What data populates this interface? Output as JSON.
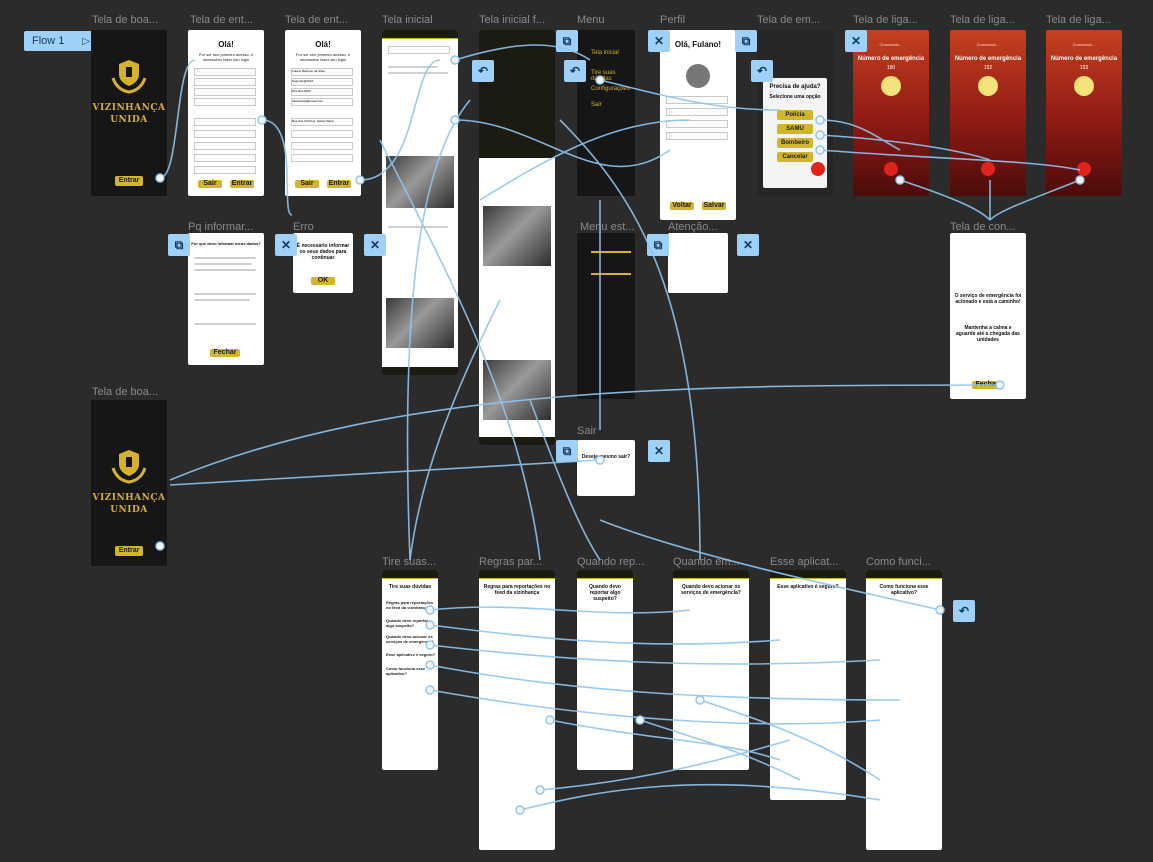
{
  "flow": {
    "label": "Flow 1",
    "play_icon": "play-icon"
  },
  "frame_labels": {
    "boas_vindas_1": "Tela de boa...",
    "entrada_1": "Tela de ent...",
    "entrada_2": "Tela de ent...",
    "inicial": "Tela inicial",
    "inicial_f": "Tela inicial f...",
    "menu": "Menu",
    "perfil": "Perfil",
    "emergencia": "Tela de em...",
    "ligacao_1": "Tela de liga...",
    "ligacao_2": "Tela de liga...",
    "ligacao_3": "Tela de liga...",
    "pq_informar": "Pq informar...",
    "erro": "Erro",
    "menu_est": "Menu est...",
    "atencao": "Atenção...",
    "conclusao": "Tela de con...",
    "boas_vindas_2": "Tela de boa...",
    "sair": "Sair",
    "tire_duvidas": "Tire suas...",
    "regras": "Regras par...",
    "quando_rep": "Quando rep...",
    "quando_em": "Quando em...",
    "esse_aplicat": "Esse aplicat...",
    "como_funci": "Como funci..."
  },
  "brand": {
    "name_line1": "VIZINHANÇA",
    "name_line2": "UNIDA",
    "enter_button": "Entrar"
  },
  "entrada": {
    "greeting": "Olá!",
    "subtitle": "Por ser seu primeiro acesso, é necessário fazer seu login",
    "buttons": [
      "Sair",
      "Entrar"
    ],
    "filled_values": [
      "Fulano Beltrano da Silva",
      "Segredo@2024",
      "001-001-0000",
      "fulanosilva@email.com",
      "Rua dos Vizinhos, Santa Olaria"
    ]
  },
  "perfil": {
    "greeting": "Olá, Fulano!",
    "buttons": [
      "Voltar",
      "Salvar"
    ]
  },
  "emergencia": {
    "question": "Precisa de ajuda?",
    "prompt": "Selecione uma opção",
    "options": [
      "Polícia",
      "SAMU",
      "Bombeiro",
      "Cancelar"
    ]
  },
  "ligacao": {
    "status": "Chamando...",
    "title": "Número de emergência",
    "numbers": [
      "190",
      "192",
      "193"
    ]
  },
  "pq_informar": {
    "title": "Por que devo informar meus dados?",
    "button": "Fechar"
  },
  "erro": {
    "message": "É necessário informar os seus dados para continuar",
    "button": "OK"
  },
  "conclusao": {
    "message1": "O serviço de emergência foi acionado e está a caminho!",
    "message2": "Mantenha a calma e aguarde até a chegada das unidades",
    "button": "Fechar"
  },
  "sair": {
    "question": "Deseja mesmo sair?"
  },
  "menu": {
    "items": [
      "Tela inicial",
      "Tire suas dúvidas",
      "Configurações",
      "Sair"
    ]
  },
  "faq": {
    "header": "Tire suas dúvidas",
    "topics": [
      "Regras para reportações no feed da vizinhança",
      "Quando devo reportar algo suspeito?",
      "Quando devo acionar os serviços de emergência?",
      "Esse aplicativo é seguro?",
      "Como funciona esse aplicativo?"
    ]
  },
  "node_icons": [
    "close-icon",
    "back-arrow-icon",
    "overlay-icon"
  ]
}
